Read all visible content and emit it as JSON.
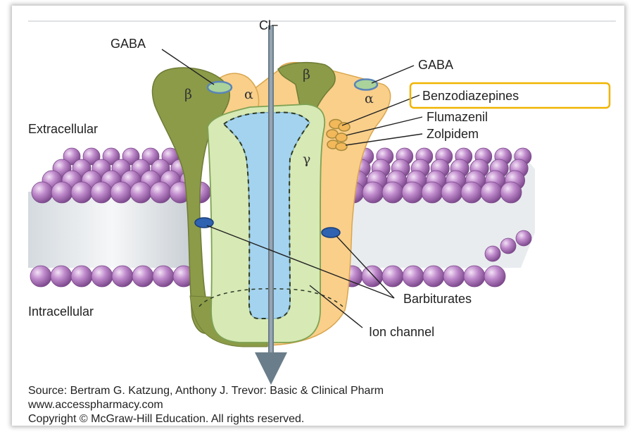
{
  "diagram": {
    "ion_label": "Cl−",
    "labels": {
      "gaba_left": "GABA",
      "gaba_right": "GABA",
      "benzodiazepines": "Benzodiazepines",
      "flumazenil": "Flumazenil",
      "zolpidem": "Zolpidem",
      "extracellular": "Extracellular",
      "intracellular": "Intracellular",
      "barbiturates": "Barbiturates",
      "ion_channel": "Ion channel"
    },
    "subunits": {
      "beta_left": "β",
      "alpha_left": "α",
      "beta_right": "β",
      "alpha_right": "α",
      "gamma": "γ"
    },
    "highlight_color": "#f0b400"
  },
  "source": {
    "line1": "Source: Bertram G. Katzung, Anthony J. Trevor: Basic & Clinical Pharm",
    "line2": "www.accesspharmacy.com",
    "line3": "Copyright © McGraw-Hill Education. All rights reserved."
  }
}
